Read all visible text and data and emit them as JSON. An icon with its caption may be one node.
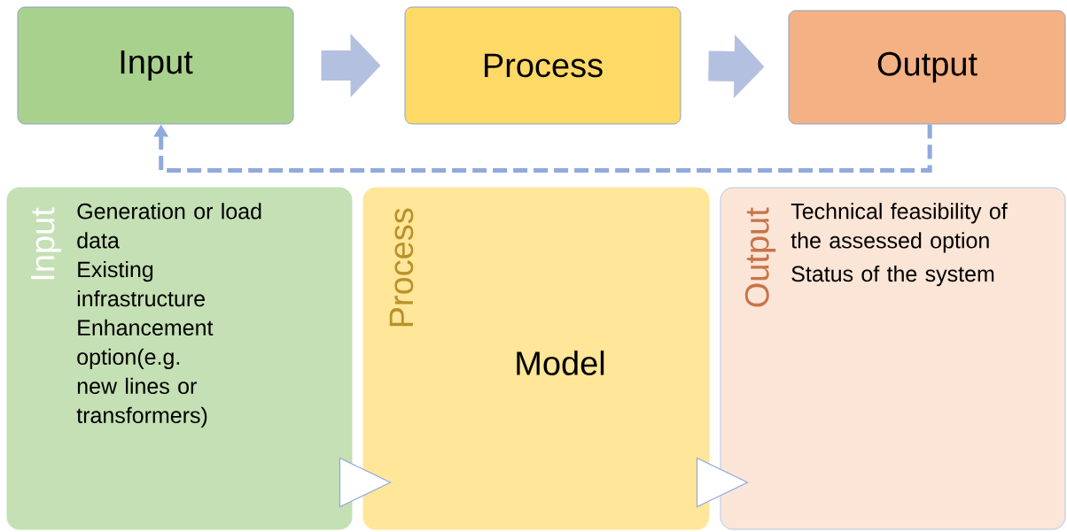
{
  "diagram": {
    "nodes": [
      {
        "text": [
          "Input"
        ]
      },
      {
        "text": [
          "Process"
        ]
      },
      {
        "text": [
          "Output"
        ]
      },
      {
        "text": [
          "Input",
          "Generation or load data",
          "Existing infrastructure",
          "Enhancement option(e.g. new lines or transformers)"
        ]
      },
      {
        "text": [
          "Process",
          "Model"
        ]
      },
      {
        "text": [
          "Output",
          "Technical feasibility of the assessed option",
          "Status of the system"
        ]
      }
    ],
    "edges": [
      {
        "from": 0,
        "to": 1,
        "arrow": "to"
      },
      {
        "from": 1,
        "to": 2,
        "arrow": "to"
      },
      {
        "from": 2,
        "to": 0,
        "arrow": "to",
        "style": "dashed"
      },
      {
        "from": 3,
        "to": 4,
        "arrow": "to"
      },
      {
        "from": 4,
        "to": 5,
        "arrow": "to"
      }
    ]
  }
}
